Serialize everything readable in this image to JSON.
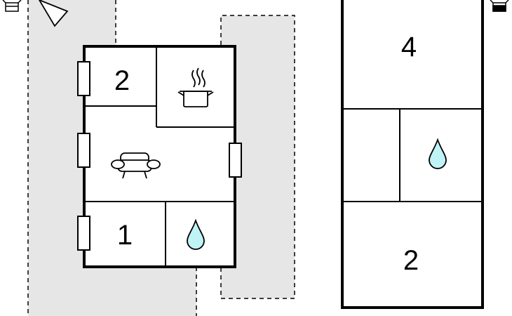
{
  "floorplan": {
    "rooms": [
      {
        "label": "2"
      },
      {
        "label": "1"
      },
      {
        "label": "4"
      },
      {
        "label": "2"
      }
    ]
  },
  "icons": {
    "kitchen": "cooking-pot-icon",
    "living": "sofa-icon",
    "bathroom": "water-drop-icon",
    "compass": "north-arrow-icon",
    "entrance": "door-marker-icon"
  },
  "colors": {
    "wall": "#000000",
    "terrace": "#e6e6e6",
    "water": "#bff3f6",
    "background": "#ffffff"
  }
}
